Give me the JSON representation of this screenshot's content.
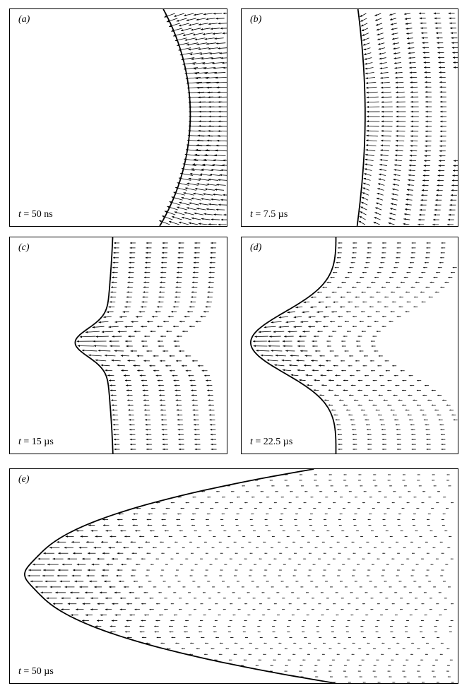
{
  "figure": {
    "panels": [
      {
        "id": "a",
        "label": "(a)",
        "time_var": "t",
        "time_text": " = 50 ns"
      },
      {
        "id": "b",
        "label": "(b)",
        "time_var": "t",
        "time_text": " = 7.5 µs"
      },
      {
        "id": "c",
        "label": "(c)",
        "time_var": "t",
        "time_text": " = 15 µs"
      },
      {
        "id": "d",
        "label": "(d)",
        "time_var": "t",
        "time_text": " = 22.5 µs"
      },
      {
        "id": "e",
        "label": "(e)",
        "time_var": "t",
        "time_text": " = 50 µs"
      }
    ]
  }
}
